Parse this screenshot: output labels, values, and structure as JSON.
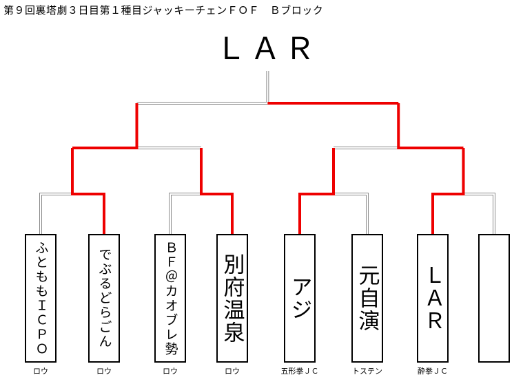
{
  "title": "第９回裏塔劇３日目第１種目ジャッキーチェンＦＯＦ　Ｂブロック",
  "champion": "ＬＡＲ",
  "colors": {
    "winner_line": "#ee0000",
    "neutral_line": "#8a8a8a",
    "box_border": "#000000"
  },
  "participants": [
    {
      "name": "ふとももＩＣＰＯ",
      "tag": "ロウ"
    },
    {
      "name": "でぶるどらごん",
      "tag": "ロウ"
    },
    {
      "name": "ＢＦ＠カオブレ勢",
      "tag": "ロウ"
    },
    {
      "name": "別府温泉",
      "tag": "ロウ"
    },
    {
      "name": "アジ",
      "tag": "五形拳ＪＣ"
    },
    {
      "name": "元自演",
      "tag": "トステン"
    },
    {
      "name": "ＬＡＲ",
      "tag": "酔拳ＪＣ"
    },
    {
      "name": "",
      "tag": ""
    }
  ],
  "results": {
    "round1": [
      {
        "slots": [
          0,
          1
        ],
        "winner": 1
      },
      {
        "slots": [
          2,
          3
        ],
        "winner": 3
      },
      {
        "slots": [
          4,
          5
        ],
        "winner": 4
      },
      {
        "slots": [
          6,
          7
        ],
        "winner": 6
      }
    ],
    "semifinals": [
      {
        "winner": 1
      },
      {
        "winner": 6
      }
    ],
    "final": {
      "winner": 6
    }
  }
}
